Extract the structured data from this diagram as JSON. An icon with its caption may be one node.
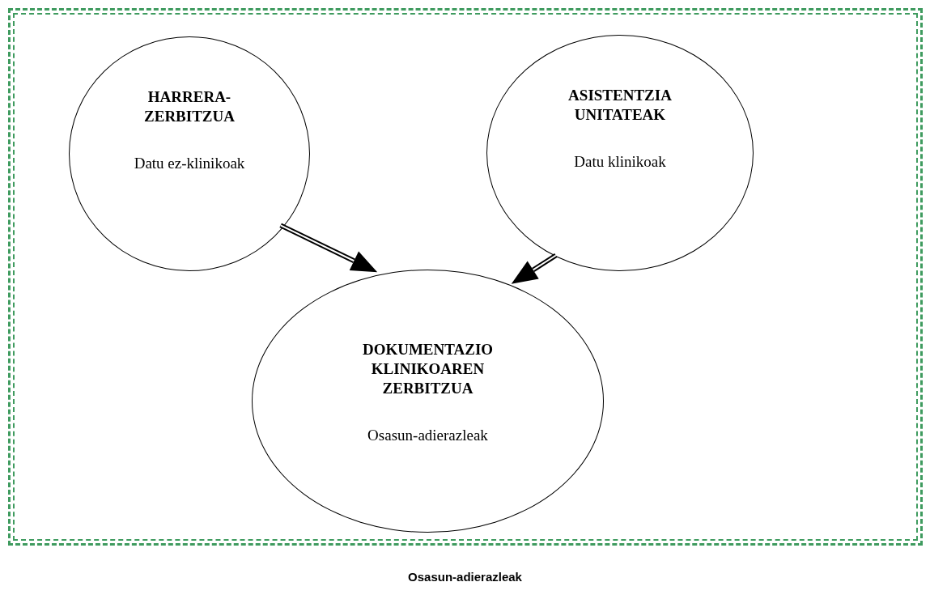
{
  "diagram": {
    "caption": "Osasun-adierazleak",
    "nodes": [
      {
        "text": [],
        "shape": "box"
      },
      {
        "text": [
          "HARRERA- ZERBITZUA",
          "Datu ez-klinikoak"
        ],
        "in": 0
      },
      {
        "text": [
          "ASISTENTZIA UNITATEAK",
          "Datu klinikoak"
        ],
        "in": 0
      },
      {
        "text": [
          "DOKUMENTAZIO KLINIKOAREN ZERBITZUA",
          "Osasun-adierazleak"
        ],
        "in": 0
      }
    ],
    "edges": [
      {
        "from": 1,
        "to": 3,
        "arrow": "to"
      },
      {
        "from": 2,
        "to": 3,
        "arrow": "to"
      }
    ]
  }
}
